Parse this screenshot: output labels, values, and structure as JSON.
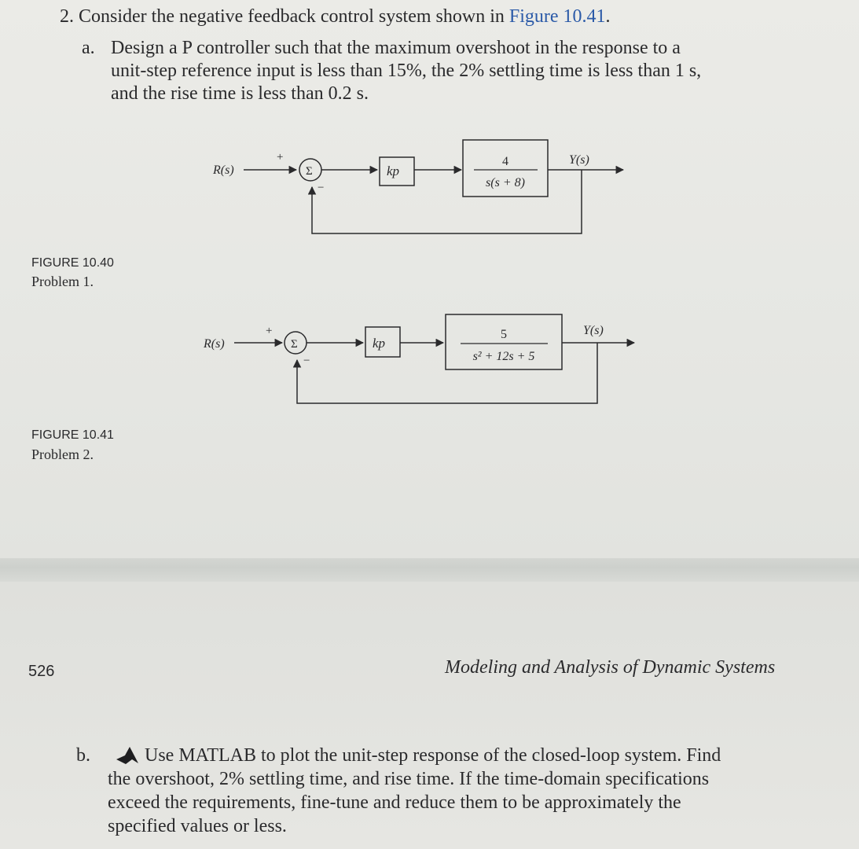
{
  "problem": {
    "number": "2.",
    "intro": "Consider the negative feedback control system shown in ",
    "figure_link": "Figure 10.41",
    "period": ".",
    "part_a_marker": "a.",
    "part_a_lines": [
      "Design a P controller such that the maximum overshoot in the response to a",
      "unit-step reference input is less than 15%, the 2% settling time is less than 1 s,",
      "and the rise time is less than 0.2 s."
    ],
    "part_b_marker": "b.",
    "part_b_lines": [
      "Use MATLAB to plot the unit-step response of the closed-loop system. Find",
      "the overshoot, 2% settling time, and rise time. If the time-domain specifications",
      "exceed the requirements, fine-tune and reduce them to be approximately the",
      "specified values or less."
    ]
  },
  "figure_1040": {
    "label": "FIGURE 10.40",
    "caption": "Problem 1.",
    "input": "R(s)",
    "plus": "+",
    "minus": "−",
    "sum": "Σ",
    "controller": "kp",
    "numerator": "4",
    "denominator": "s(s + 8)",
    "output": "Y(s)"
  },
  "figure_1041": {
    "label": "FIGURE 10.41",
    "caption": "Problem 2.",
    "input": "R(s)",
    "plus": "+",
    "minus": "−",
    "sum": "Σ",
    "controller": "kp",
    "numerator": "5",
    "denominator": "s² + 12s + 5",
    "output": "Y(s)"
  },
  "footer": {
    "page_number": "526",
    "book_title": "Modeling and Analysis of Dynamic Systems"
  },
  "icons": {
    "part_b": "matlab-icon"
  }
}
